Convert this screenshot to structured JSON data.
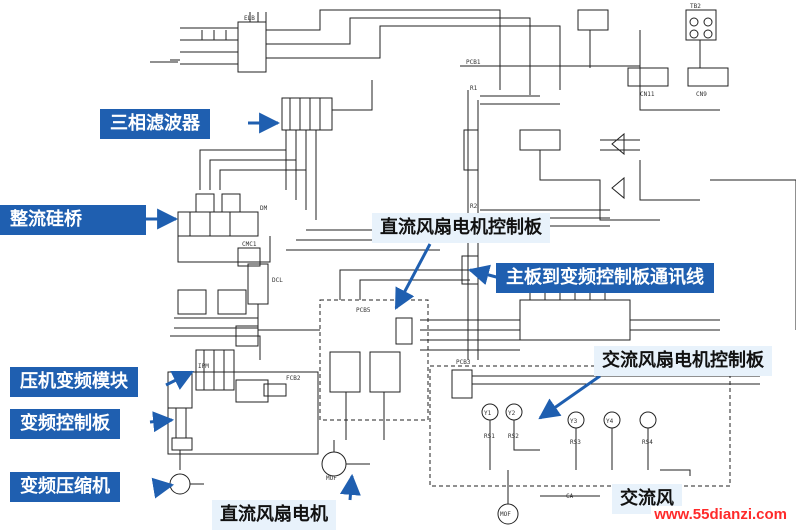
{
  "labels": {
    "three_phase_filter": "三相滤波器",
    "rectifier_bridge": "整流硅桥",
    "compressor_inverter_module": "压机变频模块",
    "inverter_control_board": "变频控制板",
    "inverter_compressor": "变频压缩机",
    "dc_fan_motor": "直流风扇电机",
    "dc_fan_control_board": "直流风扇电机控制板",
    "main_to_inverter_comm_line": "主板到变频控制板通讯线",
    "ac_fan_control_board": "交流风扇电机控制板",
    "ac_fan_partial": "交流风"
  },
  "schematic_text": {
    "pcb1": "PCB1",
    "pcb2": "FCB2",
    "pcb3": "PCB3",
    "pcb5": "PCB5",
    "mof_left": "MOF",
    "mof_right": "MOF",
    "ipm": "IPM",
    "dm": "DM",
    "cmc1": "CMC1",
    "dcl": "DCL",
    "tb2": "TB2",
    "elb": "ELB",
    "r1": "R1",
    "r2": "R2",
    "cn9": "CN9",
    "cn11": "CN11",
    "ca": "CA",
    "y1": "Y1",
    "y2": "Y2",
    "y3": "Y3",
    "y4": "Y4",
    "rs1": "RS1",
    "rs2": "RS2",
    "rs3": "RS3",
    "rs4": "RS4"
  },
  "watermark": "www.55dianzi.com",
  "colors": {
    "label_bg": "#1f5fb0",
    "label_text": "#ffffff",
    "wire": "#222222",
    "arrow": "#1f5fb0",
    "watermark": "#ff2a2a"
  }
}
